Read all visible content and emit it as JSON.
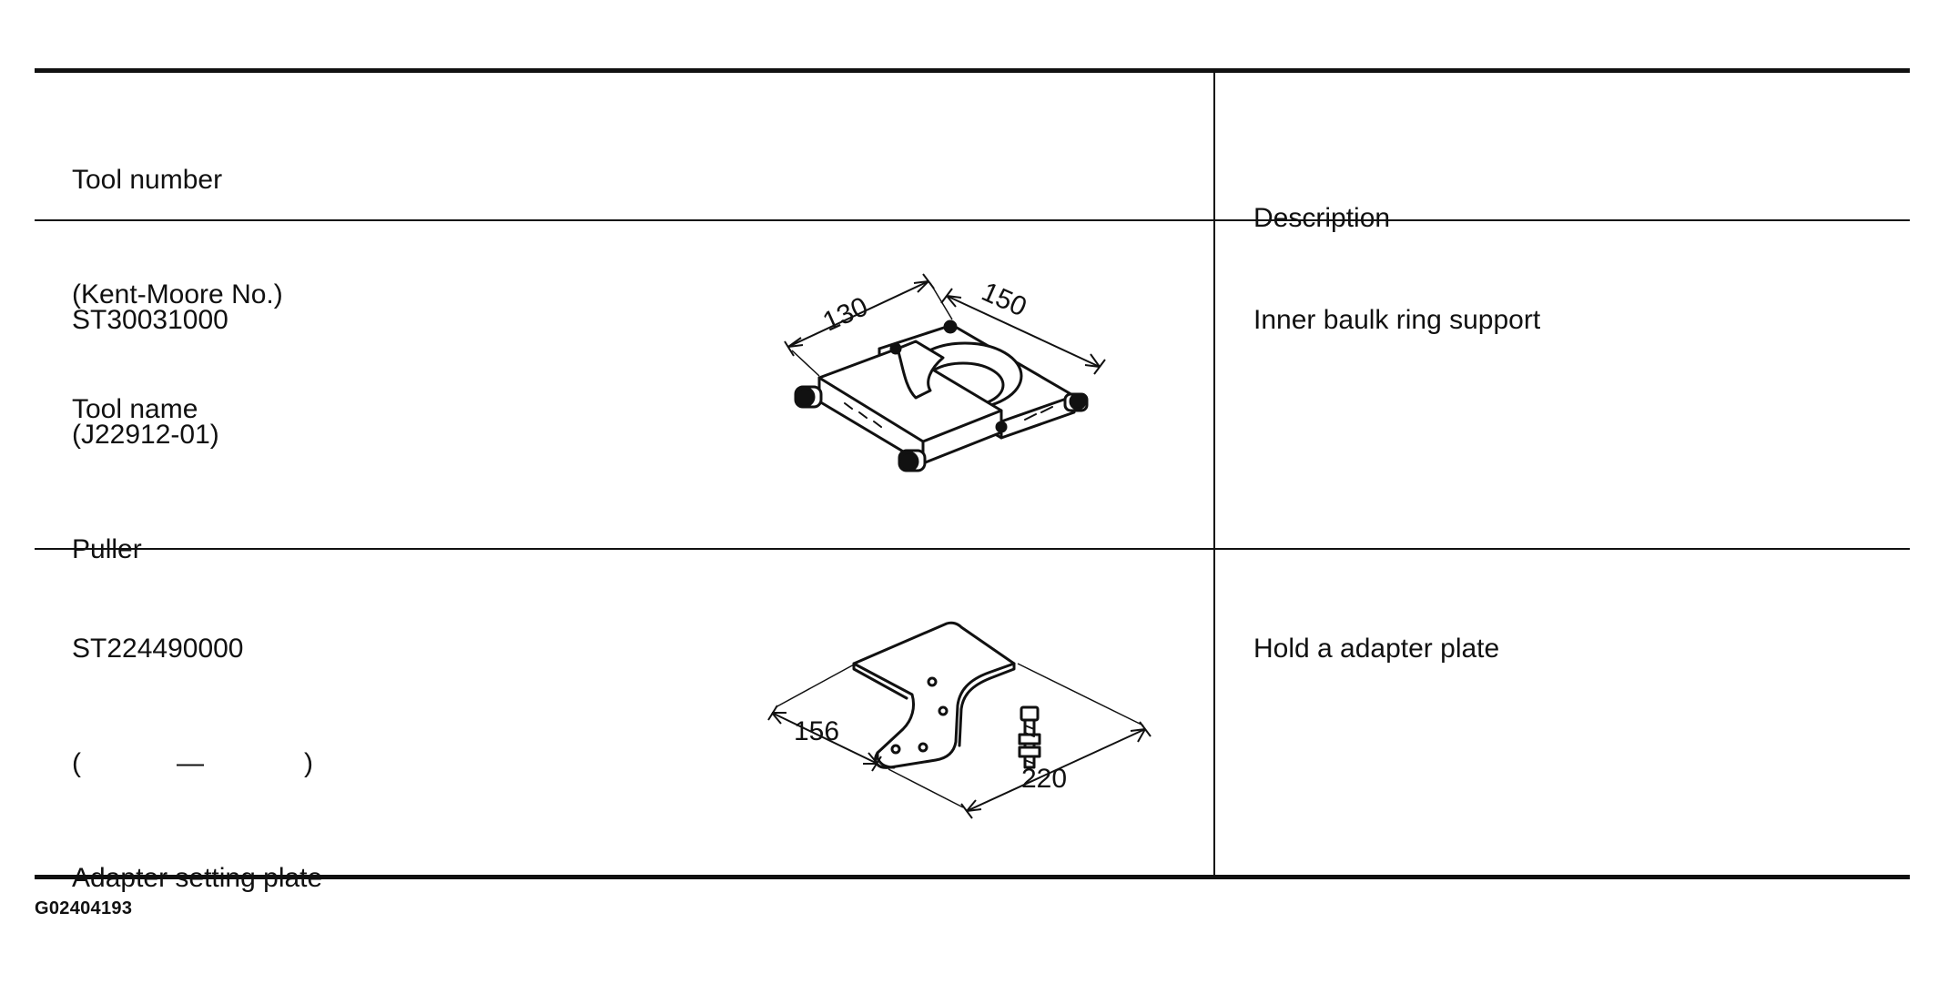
{
  "table": {
    "header": {
      "tool_line1": "Tool number",
      "tool_line2": "(Kent-Moore No.)",
      "tool_line3": "Tool name",
      "description": "Description"
    },
    "rows": [
      {
        "tool_number": "ST30031000",
        "kent_moore": "(J22912-01)",
        "tool_name": "Puller",
        "description": "Inner baulk ring support",
        "dimensions": [
          "130",
          "150"
        ]
      },
      {
        "tool_number": "ST224490000",
        "kent_moore_open": "(",
        "kent_moore_dash": "—",
        "kent_moore_close": ")",
        "tool_name": "Adapter setting plate",
        "description": "Hold a adapter plate",
        "dimensions": [
          "156",
          "220"
        ]
      }
    ]
  },
  "footer": {
    "code": "G02404193"
  }
}
